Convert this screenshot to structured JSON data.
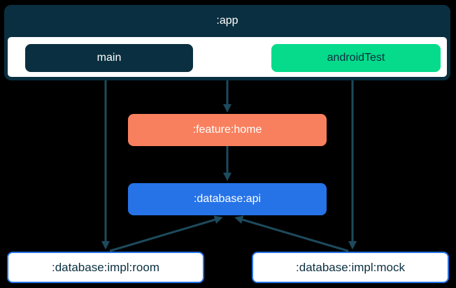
{
  "colors": {
    "background": "#000000",
    "navy": "#0a2f40",
    "green": "#05db8a",
    "coral": "#f9805e",
    "blue": "#2673e8",
    "line": "#1d4a5c",
    "white": "#ffffff"
  },
  "app_group": {
    "title": ":app",
    "source_sets": [
      {
        "label": "main",
        "style": "navy"
      },
      {
        "label": "androidTest",
        "style": "green"
      }
    ]
  },
  "modules": {
    "feature_home": {
      "label": ":feature:home",
      "style": "coral"
    },
    "database_api": {
      "label": ":database:api",
      "style": "blue"
    },
    "database_impl_room": {
      "label": ":database:impl:room",
      "style": "outline"
    },
    "database_impl_mock": {
      "label": ":database:impl:mock",
      "style": "outline"
    }
  },
  "edges": [
    {
      "from": "main",
      "to": ":database:impl:room"
    },
    {
      "from": ":app",
      "to": ":feature:home"
    },
    {
      "from": "androidTest",
      "to": ":database:impl:mock"
    },
    {
      "from": ":feature:home",
      "to": ":database:api"
    },
    {
      "from": ":database:impl:room",
      "to": ":database:api"
    },
    {
      "from": ":database:impl:mock",
      "to": ":database:api"
    }
  ]
}
